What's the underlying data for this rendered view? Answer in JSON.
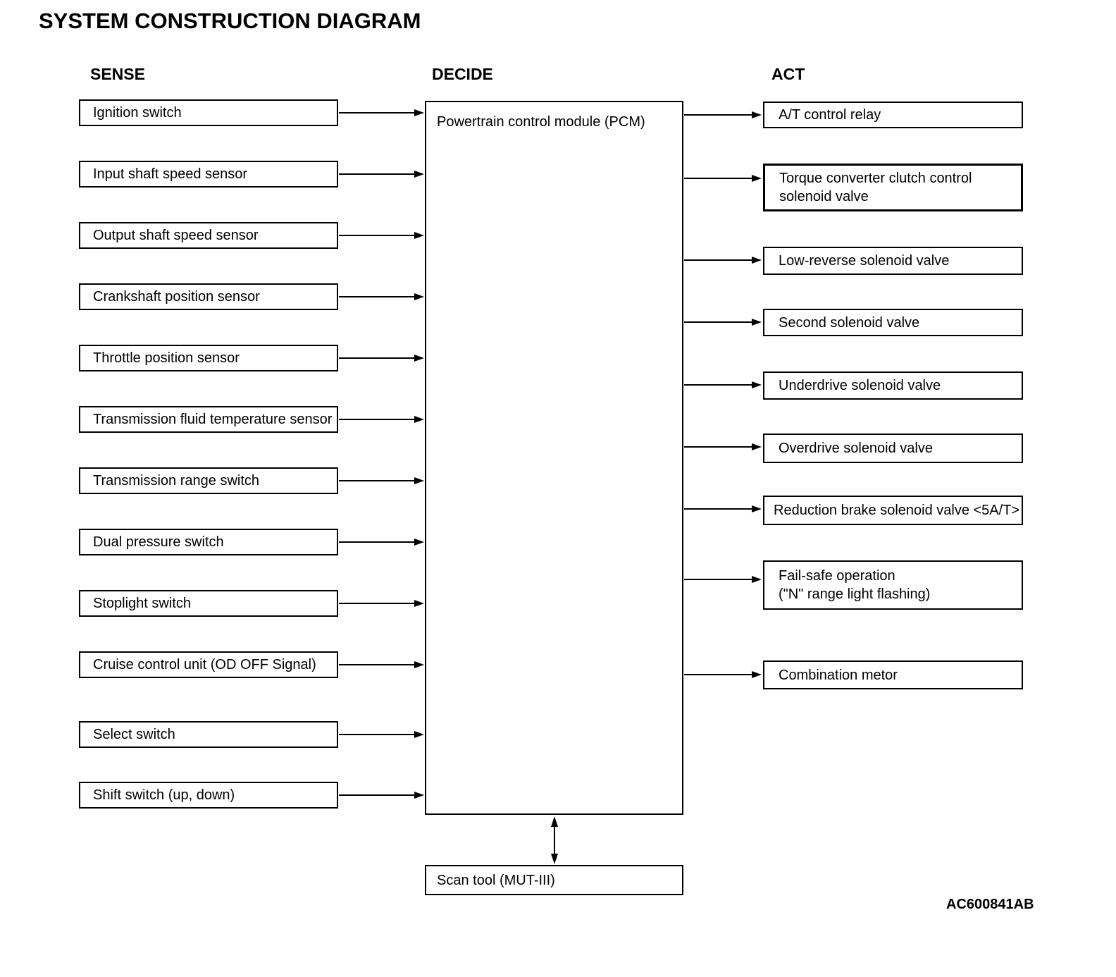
{
  "title": "SYSTEM CONSTRUCTION DIAGRAM",
  "figure_code": "AC600841AB",
  "colors": {
    "foreground": "#000000",
    "background": "#ffffff"
  },
  "sense": {
    "header": "SENSE",
    "boxes": [
      "Ignition switch",
      "Input shaft speed sensor",
      "Output shaft speed sensor",
      "Crankshaft position sensor",
      "Throttle position sensor",
      "Transmission fluid temperature sensor",
      "Transmission range switch",
      "Dual pressure switch",
      "Stoplight switch",
      "Cruise control unit (OD OFF Signal)",
      "Select switch",
      "Shift switch (up, down)"
    ]
  },
  "decide": {
    "header": "DECIDE",
    "pcm": "Powertrain control module (PCM)",
    "scan_tool": "Scan tool (MUT-III)"
  },
  "act": {
    "header": "ACT",
    "boxes": [
      "A/T control relay",
      "Torque converter clutch control\nsolenoid valve",
      "Low-reverse solenoid valve",
      "Second solenoid valve",
      "Underdrive solenoid valve",
      "Overdrive solenoid valve",
      "Reduction brake solenoid valve <5A/T>",
      "Fail-safe operation\n(\"N\" range light flashing)",
      "Combination metor"
    ]
  }
}
